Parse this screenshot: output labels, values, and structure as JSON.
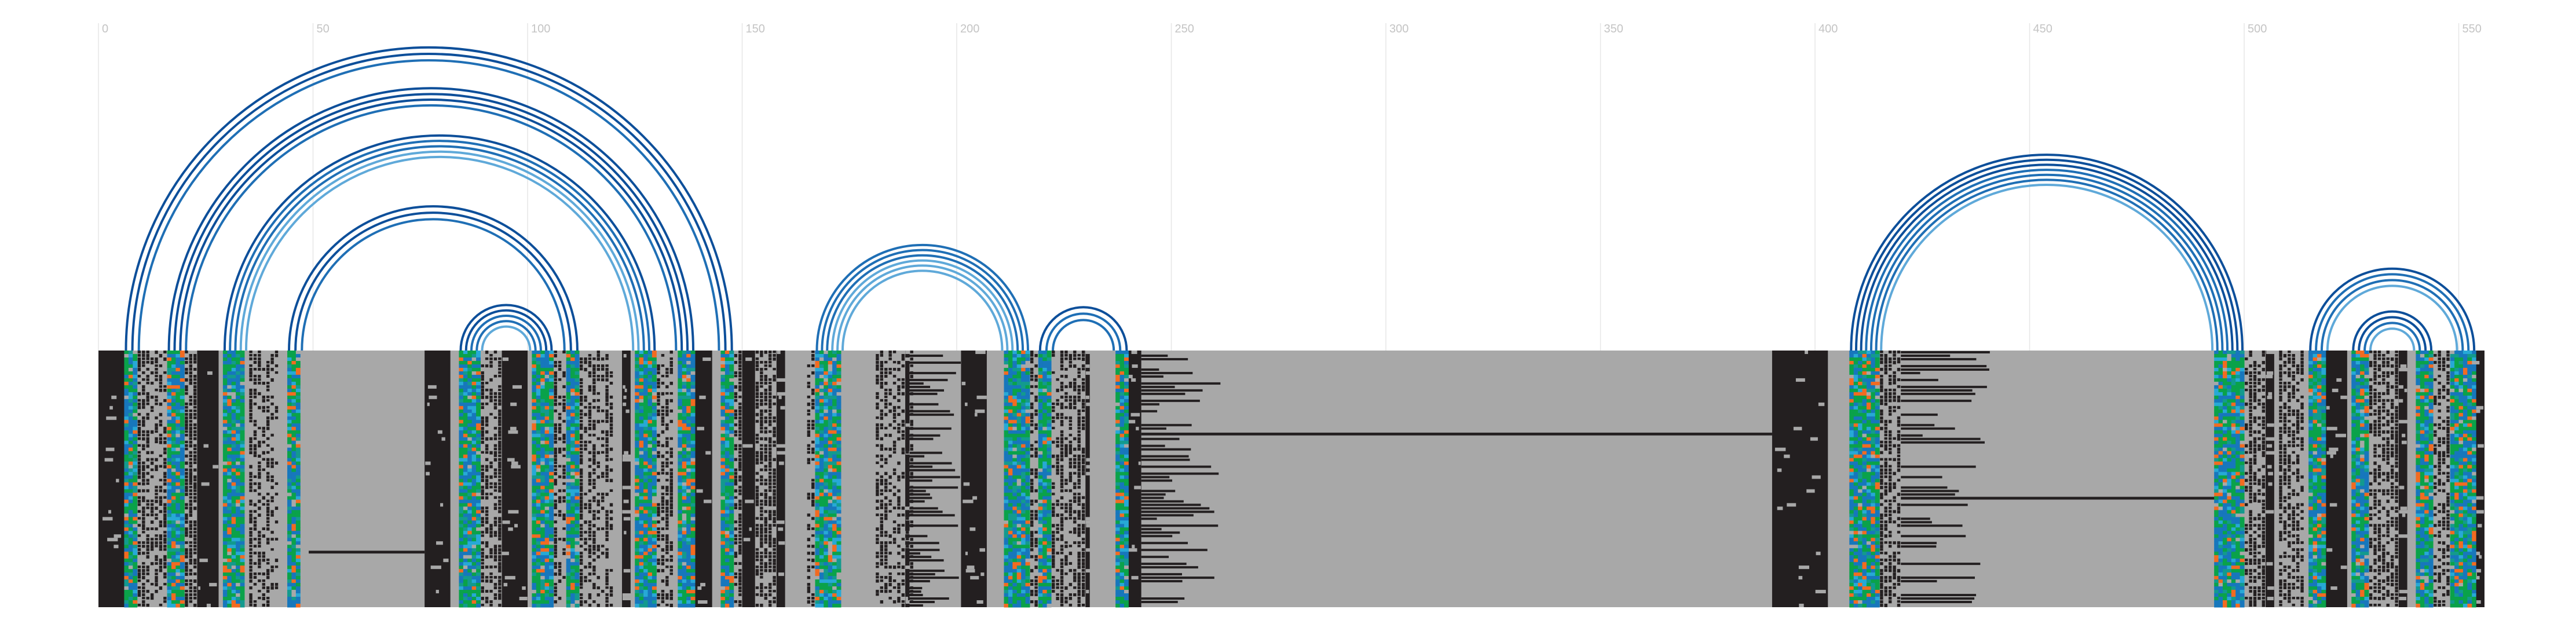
{
  "axis": {
    "ticks": [
      "0",
      "50",
      "100",
      "150",
      "200",
      "250",
      "300",
      "350",
      "400",
      "450",
      "500",
      "550"
    ],
    "tick_values": [
      0,
      50,
      100,
      150,
      200,
      250,
      300,
      350,
      400,
      450,
      500,
      550
    ],
    "range": [
      0,
      556
    ]
  },
  "colors": {
    "background": "#ffffff",
    "gap": "#a8a8a8",
    "residue_dark": "#231f20",
    "arc_dark": "#0d4f9a",
    "arc_mid": "#1f6fb5",
    "arc_light": "#5fa9d9",
    "pair_blue": "#1777bc",
    "pair_green": "#0aa24a",
    "pair_cyan": "#27a9d6",
    "pair_orange": "#f26b21",
    "pair_teal": "#139a8e",
    "grid": "#e6e6e6"
  },
  "helices": [
    {
      "name": "helix-1",
      "left": [
        6,
        8
      ],
      "right": [
        145,
        147
      ],
      "arc_colors": [
        "arc_dark",
        "arc_dark",
        "arc_mid"
      ]
    },
    {
      "name": "helix-2",
      "left": [
        16,
        19
      ],
      "right": [
        135,
        138
      ],
      "arc_colors": [
        "arc_dark",
        "arc_dark",
        "arc_dark",
        "arc_mid"
      ]
    },
    {
      "name": "helix-3",
      "left": [
        29,
        33
      ],
      "right": [
        125,
        129
      ],
      "arc_colors": [
        "arc_dark",
        "arc_mid",
        "arc_mid",
        "arc_light",
        "arc_light"
      ]
    },
    {
      "name": "helix-4",
      "left": [
        44,
        46
      ],
      "right": [
        109,
        111
      ],
      "arc_colors": [
        "arc_dark",
        "arc_dark",
        "arc_mid"
      ]
    },
    {
      "name": "helix-5",
      "left": [
        84,
        88
      ],
      "right": [
        101,
        105
      ],
      "arc_colors": [
        "arc_dark",
        "arc_dark",
        "arc_mid",
        "arc_mid",
        "arc_light"
      ]
    },
    {
      "name": "helix-6",
      "left": [
        167,
        172
      ],
      "right": [
        211,
        216
      ],
      "arc_colors": [
        "arc_mid",
        "arc_mid",
        "arc_mid",
        "arc_light",
        "arc_light",
        "arc_light"
      ]
    },
    {
      "name": "helix-7",
      "left": [
        219,
        221
      ],
      "right": [
        237,
        239
      ],
      "arc_colors": [
        "arc_dark",
        "arc_mid",
        "arc_mid"
      ]
    },
    {
      "name": "helix-8",
      "left": [
        408,
        414
      ],
      "right": [
        493,
        499
      ],
      "arc_colors": [
        "arc_dark",
        "arc_dark",
        "arc_dark",
        "arc_mid",
        "arc_mid",
        "arc_mid",
        "arc_light"
      ]
    },
    {
      "name": "helix-9",
      "left": [
        515,
        518
      ],
      "right": [
        550,
        553
      ],
      "arc_colors": [
        "arc_dark",
        "arc_mid",
        "arc_mid",
        "arc_light"
      ]
    },
    {
      "name": "helix-10",
      "left": [
        525,
        528
      ],
      "right": [
        540,
        543
      ],
      "arc_colors": [
        "arc_dark",
        "arc_dark",
        "arc_mid",
        "arc_light"
      ]
    }
  ],
  "dark_blocks": [
    [
      0,
      6
    ],
    [
      23,
      28
    ],
    [
      76,
      82
    ],
    [
      94,
      100
    ],
    [
      122,
      124
    ],
    [
      139,
      143
    ],
    [
      150,
      153
    ],
    [
      158,
      160
    ],
    [
      188,
      189
    ],
    [
      201,
      207
    ],
    [
      230,
      231
    ],
    [
      240,
      243
    ],
    [
      390,
      403
    ],
    [
      494,
      499
    ],
    [
      505,
      507
    ],
    [
      519,
      524
    ],
    [
      536,
      538
    ],
    [
      553,
      556
    ]
  ],
  "striped_blocks": [
    [
      8,
      16
    ],
    [
      20,
      23
    ],
    [
      35,
      42
    ],
    [
      89,
      94
    ],
    [
      106,
      109
    ],
    [
      112,
      120
    ],
    [
      130,
      134
    ],
    [
      148,
      150
    ],
    [
      153,
      158
    ],
    [
      165,
      167
    ],
    [
      181,
      190
    ],
    [
      217,
      219
    ],
    [
      222,
      230
    ],
    [
      415,
      420
    ],
    [
      500,
      505
    ],
    [
      508,
      514
    ],
    [
      529,
      536
    ],
    [
      543,
      550
    ]
  ],
  "long_gap_rows": [
    {
      "from": 243,
      "to": 390,
      "row_fraction": 0.32
    },
    {
      "from": 420,
      "to": 494,
      "row_fraction": 0.57
    },
    {
      "from": 49,
      "to": 76,
      "row_fraction": 0.78
    }
  ]
}
